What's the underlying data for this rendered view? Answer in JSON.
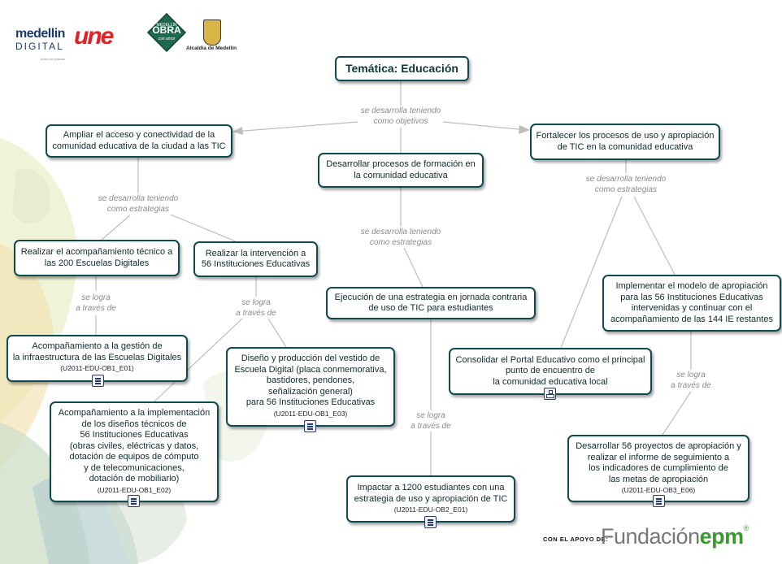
{
  "logos": {
    "medellin": "medellin",
    "digital": "DIGITAL",
    "medellin_tag": "todos se puedan",
    "une": "une",
    "obra_top": "MEDELLÍN",
    "obra": "OBRA",
    "obra_sub": "con amor",
    "alcaldia": "Alcaldía de Medellín"
  },
  "footer": {
    "apoyo": "CON EL APOYO DE:",
    "fundacion": "Fundación",
    "epm": "epm",
    "reg": "®"
  },
  "colors": {
    "border": "#0f4a50",
    "link_label": "#8a8a8a",
    "background_blobs": [
      "#b7cfcf",
      "#cfe0c8",
      "#e8eec6",
      "#f4e3b5"
    ]
  },
  "nodes": {
    "root": {
      "text": "Temática: Educación"
    },
    "obj1": {
      "text": "Ampliar el acceso y conectividad de la\ncomunidad educativa de la ciudad a las TIC"
    },
    "obj2": {
      "text": "Desarrollar procesos de formación en\nla comunidad educativa"
    },
    "obj3": {
      "text": "Fortalecer los procesos de uso y apropiación\nde TIC en la comunidad educativa"
    },
    "e1": {
      "text": "Realizar el acompañamiento técnico a\nlas 200 Escuelas Digitales"
    },
    "e2": {
      "text": "Realizar la intervención a\n56 Instituciones Educativas"
    },
    "e3": {
      "text": "Ejecución de una estrategia en jornada contraria\nde uso de TIC para estudiantes"
    },
    "e4": {
      "text": "Implementar el modelo de apropiación\npara las 56 Instituciones Educativas\nintervenidas y continuar con el\nacompañamiento de las 144 IE restantes"
    },
    "e5": {
      "text": "Consolidar el Portal Educativo como el principal\npunto de encuentro de\nla comunidad educativa local"
    },
    "a1": {
      "text": "Acompañamiento a la gestión de\nla infraestructura de las Escuelas Digitales",
      "code": "(U2011-EDU-OB1_E01)"
    },
    "a2": {
      "text": "Acompañamiento a la implementación\nde los diseños técnicos de\n56 Instituciones Educativas\n(obras civiles, eléctricas y datos,\ndotación de equipos de cómputo\ny de telecomunicaciones,\ndotación de mobiliario)",
      "code": "(U2011-EDU-OB1_E02)"
    },
    "a3": {
      "text": "Diseño y producción del vestido de\nEscuela Digital (placa conmemorativa,\nbastidores, pendones,\nseñalización general)\npara 56 Instituciones Educativas",
      "code": "(U2011-EDU-OB1_E03)"
    },
    "a4": {
      "text": "Impactar a 1200 estudiantes con una\nestrategia de uso y apropiación de TIC",
      "code": "(U2011-EDU-OB2_E01)"
    },
    "a5": {
      "text": "Desarrollar 56 proyectos de apropiación y\nrealizar el informe de seguimiento a\nlos indicadores de cumplimiento de\nlas metas de apropiación",
      "code": "(U2011-EDU-OB3_E06)"
    }
  },
  "links": {
    "l_obj": "se desarrolla teniendo\ncomo objetivos",
    "l_o1": "se desarrolla teniendo\ncomo estrategias",
    "l_o2": "se desarrolla teniendo\ncomo estrategias",
    "l_o3": "se desarrolla teniendo\ncomo estrategias",
    "l_e1": "se logra\na través de",
    "l_e2": "se logra\na través de",
    "l_e3": "se logra\na través de",
    "l_e4": "se logra\na través de"
  },
  "icons": {
    "doc": "document-icon",
    "map": "concept-map-icon"
  }
}
